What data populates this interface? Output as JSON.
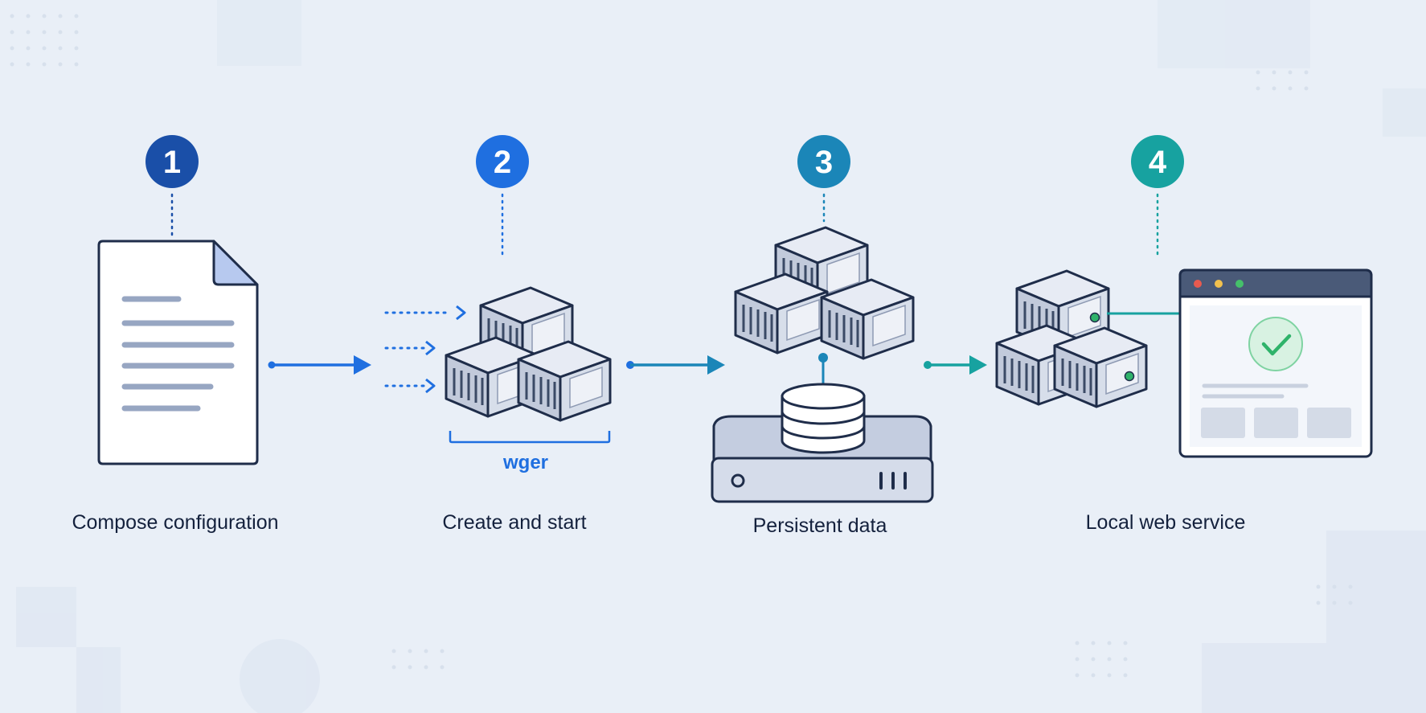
{
  "steps": [
    {
      "number": "1",
      "label": "Compose configuration",
      "color": "#1a4fa8"
    },
    {
      "number": "2",
      "label": "Create and start",
      "color": "#1f6fe0"
    },
    {
      "number": "3",
      "label": "Persistent data",
      "color": "#1b86b8"
    },
    {
      "number": "4",
      "label": "Local web service",
      "color": "#17a2a0"
    }
  ],
  "group_label": "wger",
  "icons": [
    "document-icon",
    "containers-icon",
    "database-server-icon",
    "browser-window-icon"
  ],
  "colors": {
    "background": "#e9eff7",
    "outline": "#1f2d4a",
    "container_face": "#c7cfe0",
    "blue_arrow": "#1f6fe0",
    "teal_arrow": "#17a2a0",
    "check_green": "#2fb36a"
  }
}
